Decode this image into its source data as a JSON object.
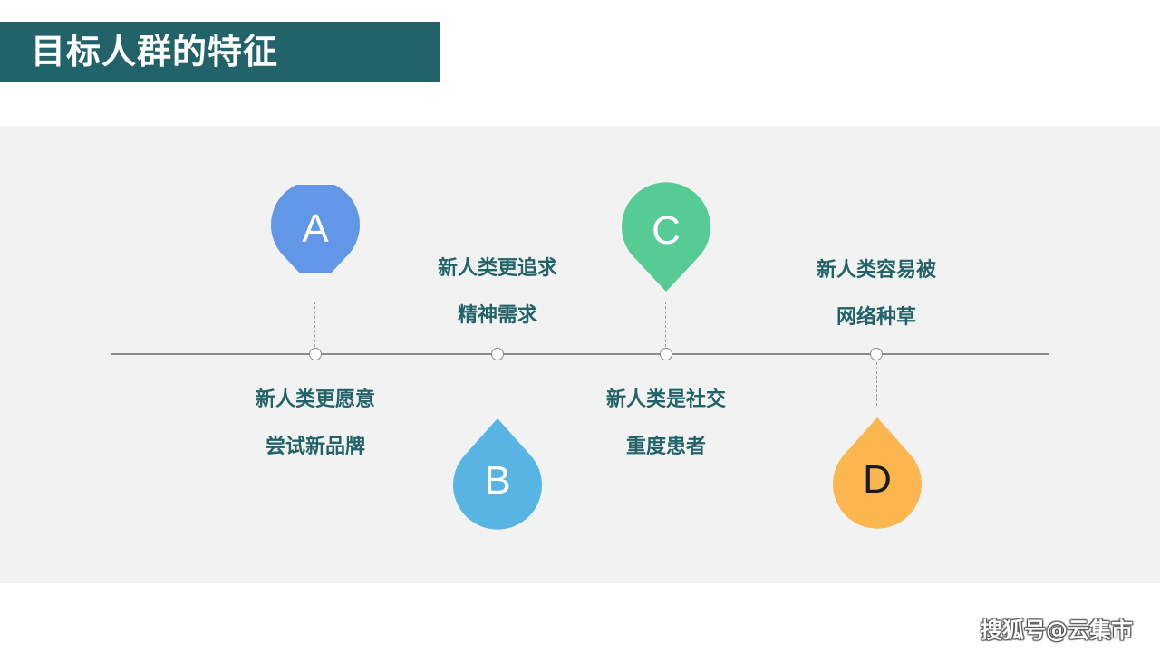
{
  "title": "目标人群的特征",
  "items": [
    {
      "letter": "A",
      "color": "#6296e6",
      "line1": "新人类更愿意",
      "line2": "尝试新品牌"
    },
    {
      "letter": "B",
      "color": "#57b4e3",
      "line1": "新人类更追求",
      "line2": "精神需求"
    },
    {
      "letter": "C",
      "color": "#56cb93",
      "line1": "新人类是社交",
      "line2": "重度患者"
    },
    {
      "letter": "D",
      "color": "#fcb64f",
      "line1": "新人类容易被",
      "line2": "网络种草"
    }
  ],
  "watermark": "搜狐号@云集市"
}
